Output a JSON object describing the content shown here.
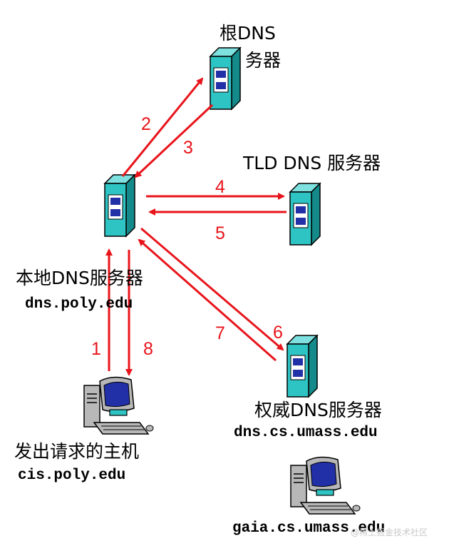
{
  "nodes": {
    "root": {
      "label_line1": "根DNS",
      "label_line2": "务器"
    },
    "tld": {
      "label": "TLD DNS 服务器"
    },
    "local": {
      "label": "本地DNS服务器",
      "host": "dns.poly.edu"
    },
    "auth": {
      "label": "权威DNS服务器",
      "host": "dns.cs.umass.edu"
    },
    "requester": {
      "label": "发出请求的主机",
      "host": "cis.poly.edu"
    },
    "target": {
      "host": "gaia.cs.umass.edu"
    }
  },
  "steps": [
    "1",
    "2",
    "3",
    "4",
    "5",
    "6",
    "7",
    "8"
  ],
  "watermark": "@稀土掘金技术社区",
  "colors": {
    "arrow": "#e8141b",
    "server_body": "#2ec4c4",
    "server_dark": "#158a8a",
    "screen_blue": "#2230a8",
    "pc_gray": "#b8b8b8"
  }
}
